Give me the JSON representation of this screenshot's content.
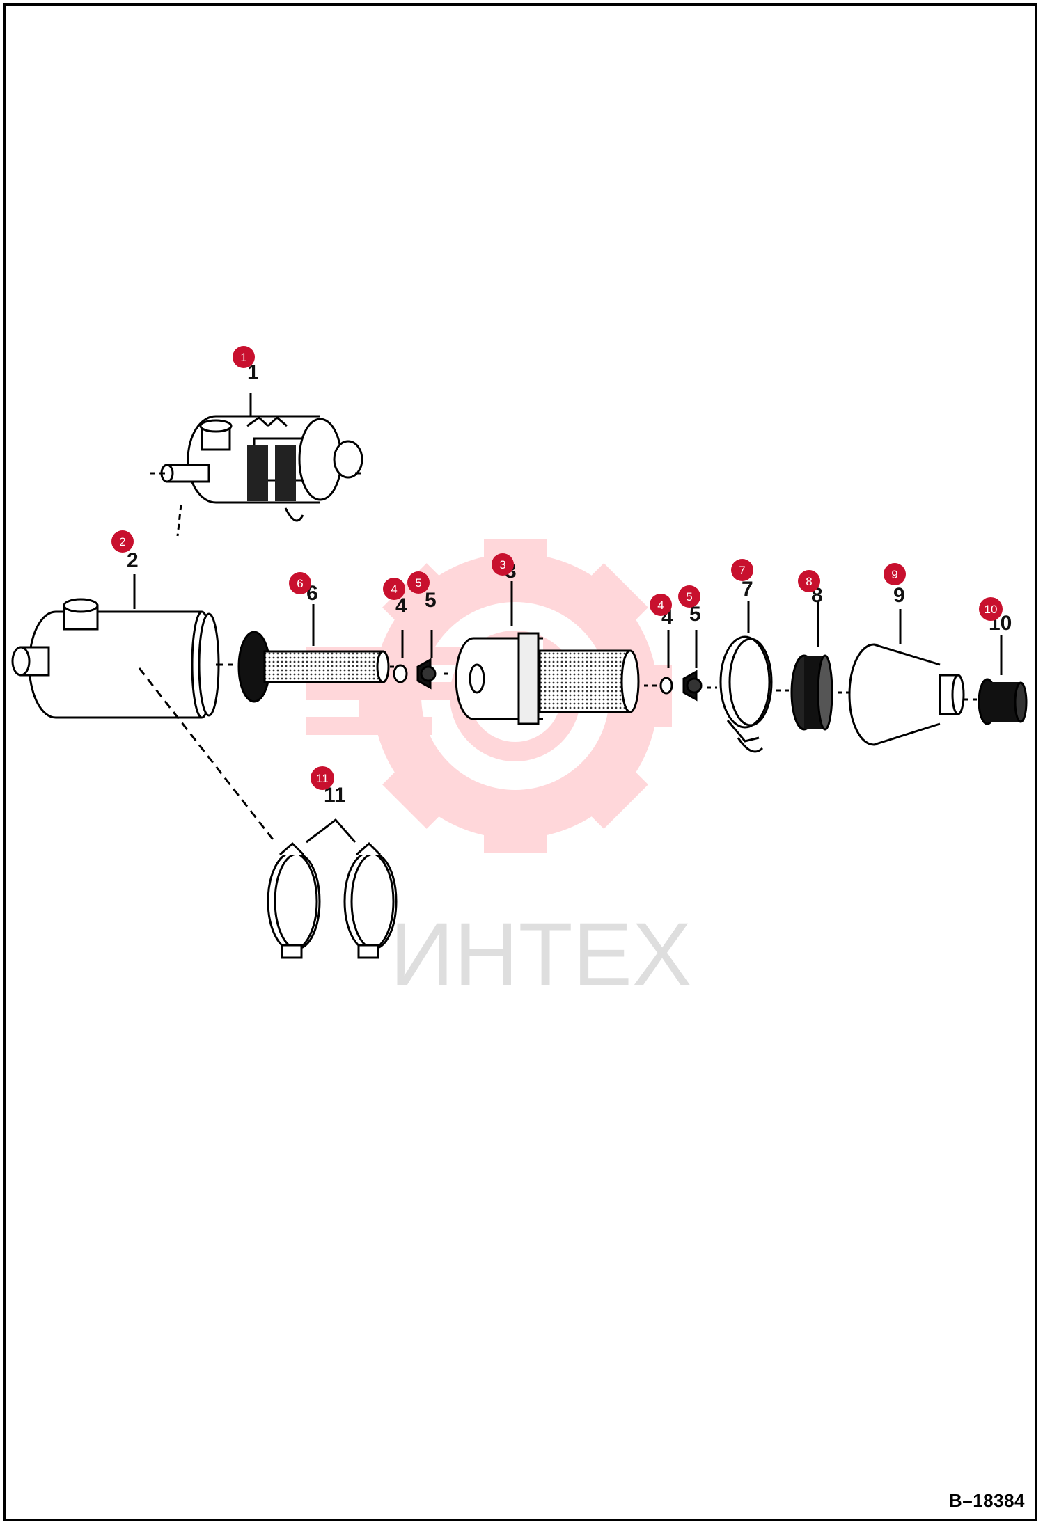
{
  "watermark": {
    "text": "ИНТЕХ",
    "color": "#ffd0d4"
  },
  "badge_color": "#c8102e",
  "drawing_code": "B–18384",
  "callouts": [
    {
      "number": "1"
    },
    {
      "number": "2"
    },
    {
      "number": "3"
    },
    {
      "number": "4"
    },
    {
      "number": "5"
    },
    {
      "number": "6"
    },
    {
      "number": "4"
    },
    {
      "number": "5"
    },
    {
      "number": "7"
    },
    {
      "number": "8"
    },
    {
      "number": "9"
    },
    {
      "number": "10"
    },
    {
      "number": "11"
    }
  ],
  "part_labels": [
    {
      "number": "1"
    },
    {
      "number": "2"
    },
    {
      "number": "6"
    },
    {
      "number": "4"
    },
    {
      "number": "5"
    },
    {
      "number": "3"
    },
    {
      "number": "4"
    },
    {
      "number": "5"
    },
    {
      "number": "7"
    },
    {
      "number": "8"
    },
    {
      "number": "9"
    },
    {
      "number": "10"
    },
    {
      "number": "11"
    }
  ]
}
